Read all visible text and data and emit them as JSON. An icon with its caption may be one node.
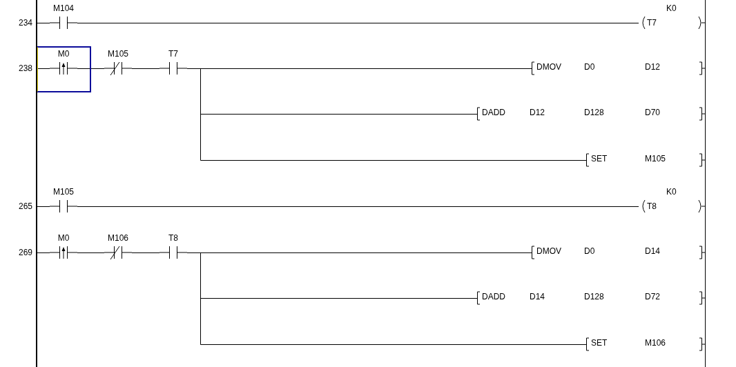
{
  "diagram": {
    "nodes": [
      {
        "text": [],
        "shape": "bar"
      },
      {
        "text": [
          "M104"
        ]
      },
      {
        "text": [
          "T7"
        ],
        "beside": [
          "K0"
        ]
      },
      {
        "text": [
          "M0"
        ]
      },
      {
        "text": [
          "M105"
        ]
      },
      {
        "text": [
          "T7"
        ]
      },
      {
        "text": [
          "DMOV",
          "D0",
          "D12"
        ]
      },
      {
        "text": [
          "DADD",
          "D12",
          "D128",
          "D70"
        ]
      },
      {
        "text": [
          "SET",
          "M105"
        ]
      },
      {
        "text": [
          "M105"
        ]
      },
      {
        "text": [
          "T8"
        ],
        "beside": [
          "K0"
        ]
      },
      {
        "text": [
          "M0"
        ]
      },
      {
        "text": [
          "M106"
        ]
      },
      {
        "text": [
          "T8"
        ]
      },
      {
        "text": [
          "DMOV",
          "D0",
          "D14"
        ]
      },
      {
        "text": [
          "DADD",
          "D14",
          "D128",
          "D72"
        ]
      },
      {
        "text": [
          "SET",
          "M106"
        ]
      }
    ],
    "edges": [
      {
        "from": 0,
        "to": 1,
        "arrow": "none"
      },
      {
        "from": 1,
        "to": 2,
        "arrow": "none"
      },
      {
        "from": 0,
        "to": 3,
        "arrow": "none"
      },
      {
        "from": 3,
        "to": 4,
        "arrow": "none"
      },
      {
        "from": 4,
        "to": 5,
        "arrow": "none"
      },
      {
        "from": 5,
        "to": 6,
        "arrow": "none"
      },
      {
        "from": 5,
        "to": 7,
        "arrow": "none"
      },
      {
        "from": 5,
        "to": 8,
        "arrow": "none"
      },
      {
        "from": 0,
        "to": 9,
        "arrow": "none"
      },
      {
        "from": 9,
        "to": 10,
        "arrow": "none"
      },
      {
        "from": 0,
        "to": 11,
        "arrow": "none"
      },
      {
        "from": 11,
        "to": 12,
        "arrow": "none"
      },
      {
        "from": 12,
        "to": 13,
        "arrow": "none"
      },
      {
        "from": 13,
        "to": 14,
        "arrow": "none"
      },
      {
        "from": 13,
        "to": 15,
        "arrow": "none"
      },
      {
        "from": 13,
        "to": 16,
        "arrow": "none"
      }
    ],
    "labels": [
      "234",
      "238",
      "265",
      "269"
    ]
  }
}
